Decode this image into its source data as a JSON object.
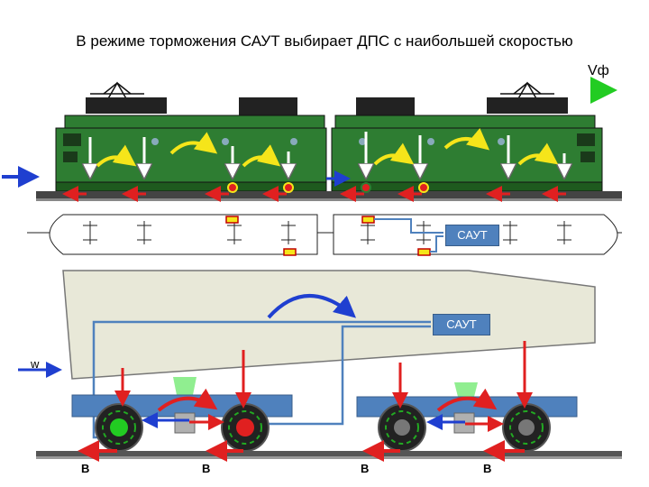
{
  "title": "В режиме торможения САУТ выбирает ДПС с наибольшей скоростью",
  "labels": {
    "vf": "Vф",
    "w": "w",
    "saut_top": "САУТ",
    "saut_bottom": "САУТ",
    "b1": "B",
    "b2": "B",
    "b3": "B",
    "b4": "B"
  },
  "colors": {
    "locomotive_body": "#2e7d32",
    "brake_arrow": "#e02020",
    "wheel_arrow": "#f5e51a",
    "saut_box": "#4f81bd",
    "signal_line": "#4f81bd",
    "bogie_frame": "#4f81bd",
    "car_body": "#e8e8d8",
    "speed_arrow": "#22cc22",
    "wind_arrow": "#1f3fd0"
  }
}
